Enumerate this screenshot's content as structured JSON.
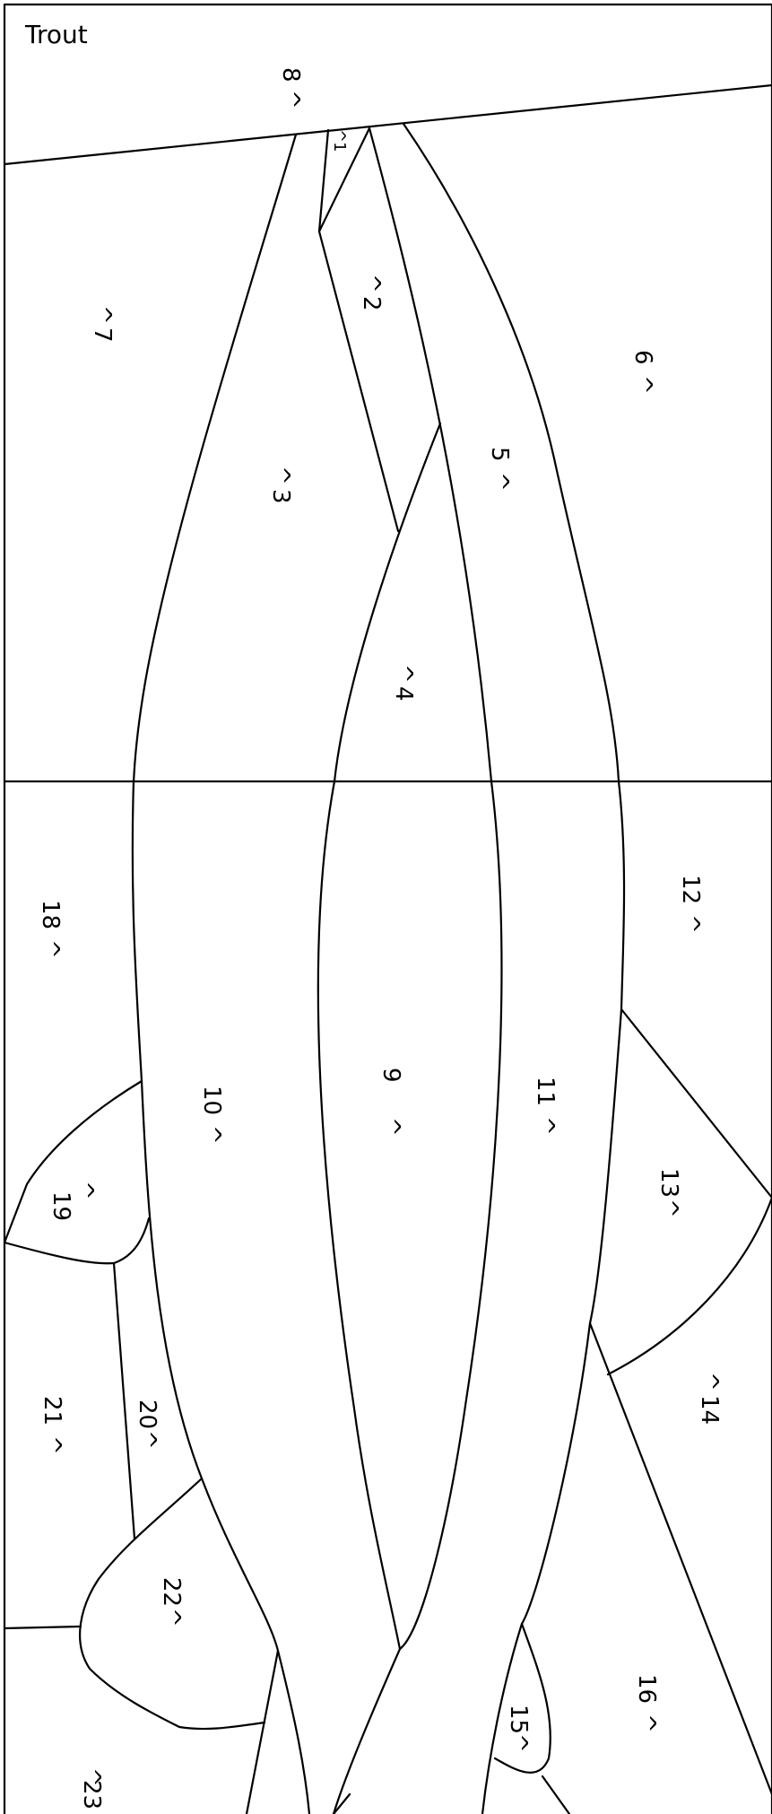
{
  "title": "Trout",
  "regions": [
    {
      "id": "region-1",
      "label": "1"
    },
    {
      "id": "region-2",
      "label": "2"
    },
    {
      "id": "region-3",
      "label": "3"
    },
    {
      "id": "region-4",
      "label": "4"
    },
    {
      "id": "region-5",
      "label": "5"
    },
    {
      "id": "region-6",
      "label": "6"
    },
    {
      "id": "region-7",
      "label": "7"
    },
    {
      "id": "region-8",
      "label": "8"
    },
    {
      "id": "region-9",
      "label": "9"
    },
    {
      "id": "region-10",
      "label": "10"
    },
    {
      "id": "region-11",
      "label": "11"
    },
    {
      "id": "region-12",
      "label": "12"
    },
    {
      "id": "region-13",
      "label": "13"
    },
    {
      "id": "region-14",
      "label": "14"
    },
    {
      "id": "region-15",
      "label": "15"
    },
    {
      "id": "region-16",
      "label": "16"
    },
    {
      "id": "region-18",
      "label": "18"
    },
    {
      "id": "region-19",
      "label": "19"
    },
    {
      "id": "region-20",
      "label": "20"
    },
    {
      "id": "region-21",
      "label": "21"
    },
    {
      "id": "region-22",
      "label": "22"
    },
    {
      "id": "region-23",
      "label": "23"
    }
  ],
  "pointer_glyph": "^",
  "colors": {
    "line": "#000000",
    "background": "#ffffff"
  }
}
